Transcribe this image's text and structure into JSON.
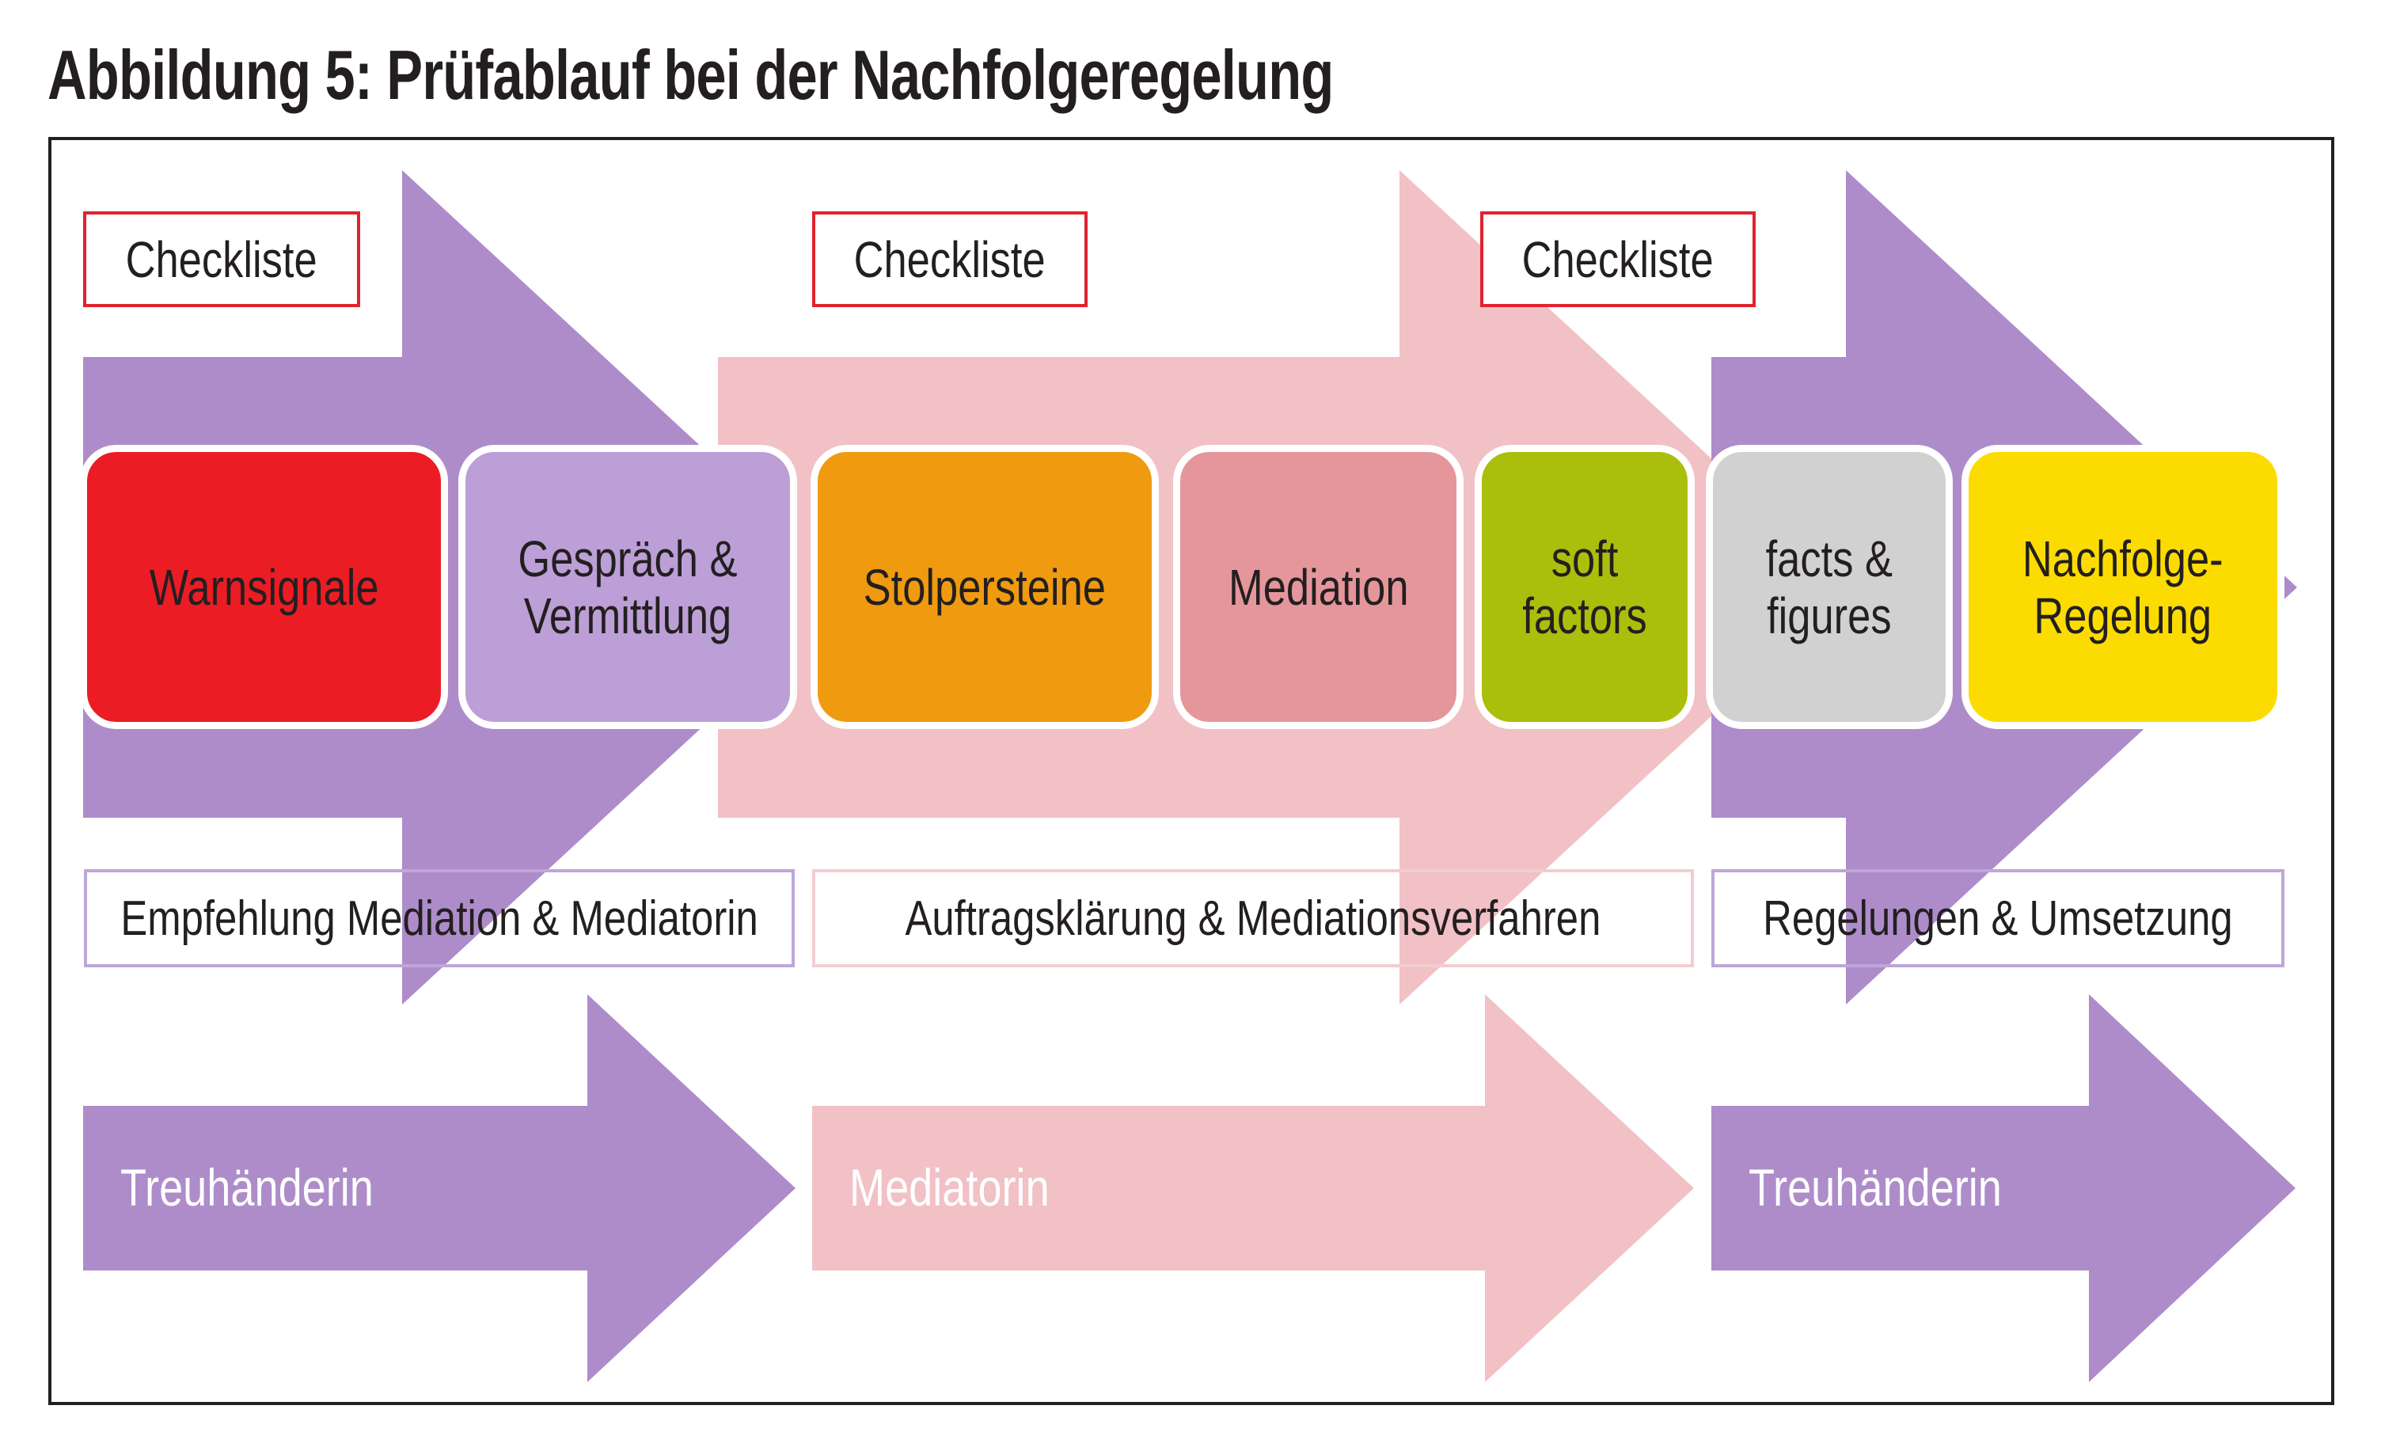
{
  "title": "Abbildung 5: Prüfablauf bei der Nachfolgeregelung",
  "colors": {
    "purple_arrow": "#ae8cca",
    "pink_arrow": "#f1c1c5",
    "checklist_border": "#e0232e",
    "phase_border_purple": "#bfa6d8",
    "phase_border_pink": "#f2cdd0",
    "frame": "#231f20"
  },
  "checklists": [
    {
      "label": "Checkliste"
    },
    {
      "label": "Checkliste"
    },
    {
      "label": "Checkliste"
    }
  ],
  "steps": [
    {
      "label": "Warnsignale",
      "color": "#ec1c24"
    },
    {
      "label": "Gespräch &\nVermittlung",
      "color": "#bb9fd6"
    },
    {
      "label": "Stolpersteine",
      "color": "#f09a10"
    },
    {
      "label": "Mediation",
      "color": "#e5969b"
    },
    {
      "label": "soft\nfactors",
      "color": "#a9bf0b"
    },
    {
      "label": "facts &\nfigures",
      "color": "#d1d1d1"
    },
    {
      "label": "Nachfolge-\nRegelung",
      "color": "#fcdc00"
    }
  ],
  "phases": [
    {
      "label": "Empfehlung Mediation & Mediatorin"
    },
    {
      "label": "Auftragsklärung & Mediationsverfahren"
    },
    {
      "label": "Regelungen & Umsetzung"
    }
  ],
  "roles": [
    {
      "label": "Treuhänderin"
    },
    {
      "label": "Mediatorin"
    },
    {
      "label": "Treuhänderin"
    }
  ]
}
